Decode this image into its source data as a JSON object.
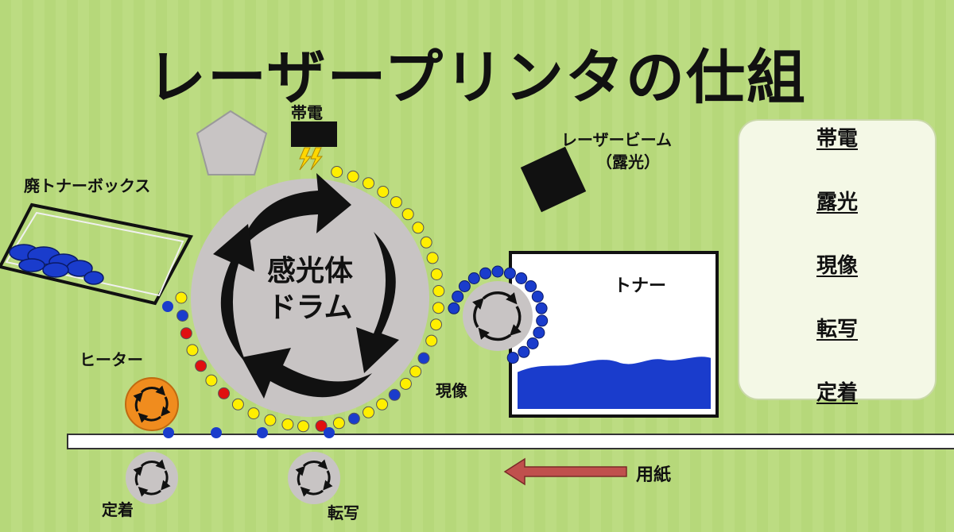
{
  "title": "レーザープリンタの仕組",
  "labels": {
    "charging": "帯電",
    "laser_beam": "レーザービーム",
    "exposure": "（露光）",
    "waste_toner_box": "廃トナーボックス",
    "drum_line1": "感光体",
    "drum_line2": "ドラム",
    "toner": "トナー",
    "developing": "現像",
    "heater": "ヒーター",
    "fixing": "定着",
    "transfer": "転写",
    "paper": "用紙"
  },
  "process_steps": [
    "帯電",
    "露光",
    "現像",
    "転写",
    "定着"
  ],
  "colors": {
    "background": "#b8d97c",
    "drum": "#c8c4c4",
    "toner_blue": "#1a3ccc",
    "charge_yellow": "#ffef00",
    "charge_red": "#e01010",
    "heater_orange": "#f08c1e",
    "step_arrow": "#f0914a",
    "paper_arrow": "#c0504d",
    "lightning": "#ffd700"
  },
  "icons": [
    "charger-block",
    "lightning-icon",
    "pentagon-cleaner",
    "laser-unit-square",
    "rotation-arrows-icon"
  ]
}
